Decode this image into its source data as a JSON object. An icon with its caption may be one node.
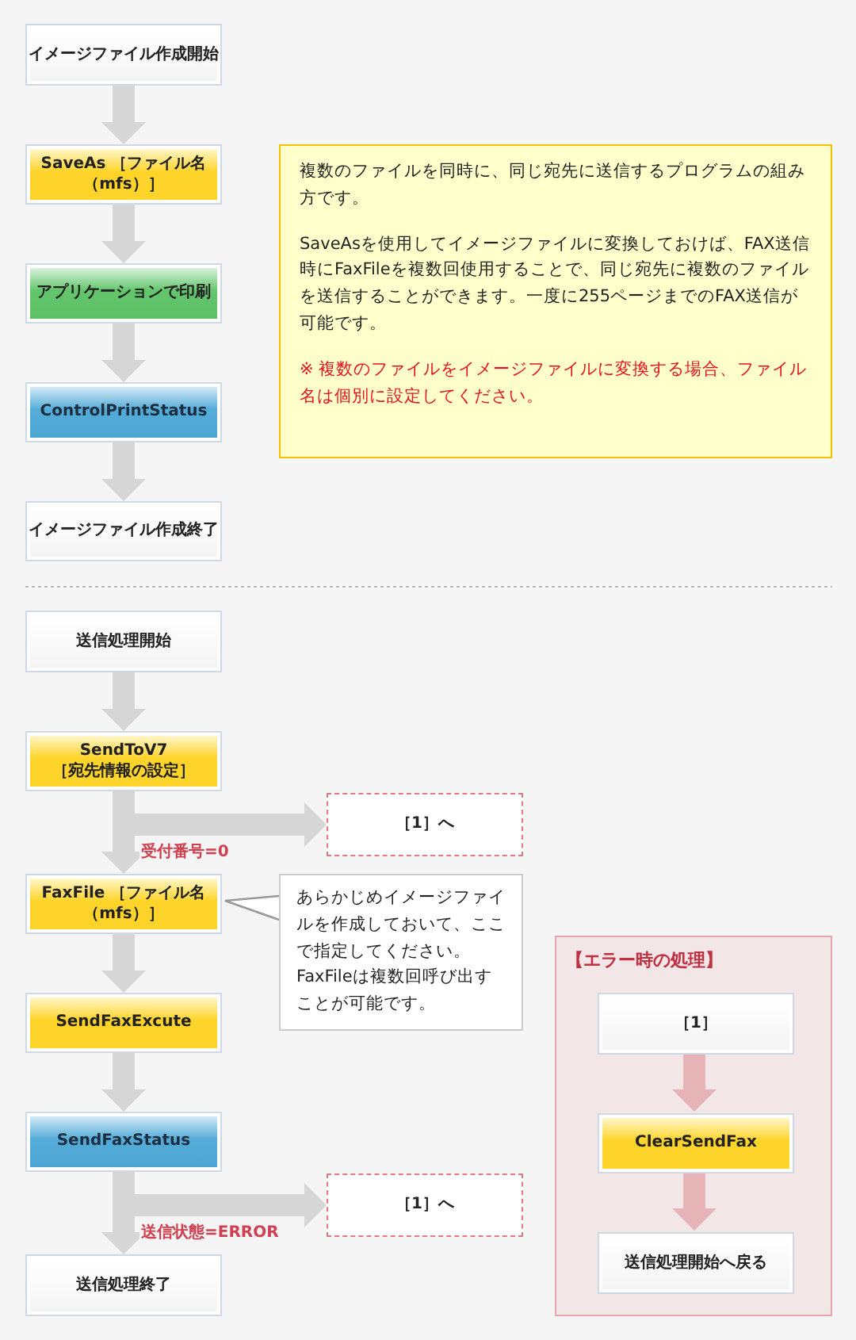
{
  "diagram": {
    "nodes": [
      {
        "text": [
          "イメージファイル作成開始"
        ]
      },
      {
        "text": [
          "SaveAs ［ファイル名（mfs）］"
        ]
      },
      {
        "text": [
          "アプリケーションで印刷"
        ]
      },
      {
        "text": [
          "ControlPrintStatus"
        ]
      },
      {
        "text": [
          "イメージファイル作成終了"
        ]
      },
      {
        "text": [
          "複数のファイルを同時に、同じ宛先に送信するプログラムの組み方です。",
          "SaveAsを使用してイメージファイルに変換しておけば、FAX送信時にFaxFileを複数回使用することで、同じ宛先に複数のファイルを送信することができます。一度に255ページまでのFAX送信が可能です。",
          "※ 複数のファイルをイメージファイルに変換する場合、ファイル名は個別に設定してください。"
        ]
      },
      {
        "text": [
          "送信処理開始"
        ]
      },
      {
        "text": [
          "SendToV7 ［宛先情報の設定］"
        ]
      },
      {
        "text": [
          "［1］へ"
        ]
      },
      {
        "text": [
          "FaxFile ［ファイル名（mfs）］"
        ]
      },
      {
        "text": [
          "あらかじめイメージファイルを作成しておいて、ここで指定してください。FaxFileは複数回呼び出すことが可能です。"
        ]
      },
      {
        "text": [
          "SendFaxExcute"
        ]
      },
      {
        "text": [
          "SendFaxStatus"
        ]
      },
      {
        "text": [
          "［1］へ"
        ]
      },
      {
        "text": [
          "送信処理終了"
        ]
      },
      {
        "text": [
          "【エラー時の処理】"
        ]
      },
      {
        "text": [
          "［1］"
        ],
        "in": 15
      },
      {
        "text": [
          "ClearSendFax"
        ],
        "in": 15
      },
      {
        "text": [
          "送信処理開始へ戻る"
        ],
        "in": 15
      }
    ],
    "edges": [
      {
        "from": 0,
        "to": 1,
        "arrow": "to"
      },
      {
        "from": 1,
        "to": 2,
        "arrow": "to"
      },
      {
        "from": 2,
        "to": 3,
        "arrow": "to"
      },
      {
        "from": 3,
        "to": 4,
        "arrow": "to"
      },
      {
        "from": 6,
        "to": 7,
        "arrow": "to"
      },
      {
        "from": 7,
        "to": 8,
        "arrow": "to",
        "label": "受付番号=0"
      },
      {
        "from": 7,
        "to": 9,
        "arrow": "to"
      },
      {
        "from": 10,
        "to": 9,
        "arrow": "none"
      },
      {
        "from": 9,
        "to": 11,
        "arrow": "to"
      },
      {
        "from": 11,
        "to": 12,
        "arrow": "to"
      },
      {
        "from": 12,
        "to": 13,
        "arrow": "to",
        "label": "送信状態=ERROR"
      },
      {
        "from": 12,
        "to": 14,
        "arrow": "to"
      },
      {
        "from": 16,
        "to": 17,
        "arrow": "to",
        "color": "#e6b3b7"
      },
      {
        "from": 17,
        "to": 18,
        "arrow": "to",
        "color": "#e6b3b7"
      }
    ]
  }
}
